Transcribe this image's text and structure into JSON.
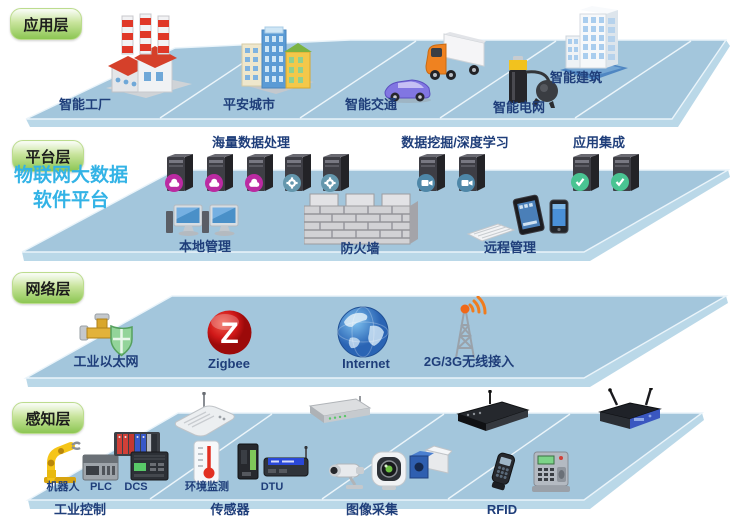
{
  "layers": {
    "application": {
      "tag": "应用层",
      "items": [
        "智能工厂",
        "平安城市",
        "智能交通",
        "智能电网",
        "智能建筑"
      ]
    },
    "platform": {
      "tag": "平台层",
      "title_line1": "物联网大数据",
      "title_line2": "软件平台",
      "groups": [
        "海量数据处理",
        "数据挖掘/深度学习",
        "应用集成",
        "本地管理",
        "防火墙",
        "远程管理"
      ]
    },
    "network": {
      "tag": "网络层",
      "items": [
        "工业以太网",
        "Zigbee",
        "Internet",
        "2G/3G无线接入"
      ],
      "zigbee_logo": "Z"
    },
    "perception": {
      "tag": "感知层",
      "devices": [
        "机器人",
        "PLC",
        "DCS",
        "环境监测",
        "DTU"
      ],
      "segments": [
        "工业控制",
        "传感器",
        "图像采集",
        "RFID"
      ]
    }
  },
  "colors": {
    "plane_surface": "#a3c6dc",
    "plane_edge": "#bad8e8",
    "label_navy": "#1f3e7a",
    "title_cyan": "#33b3e6",
    "pill_green": "#8cc653",
    "badge_magenta": "#bb2aa2",
    "badge_gear": "#6497ad",
    "badge_camera": "#4e87a8",
    "badge_check": "#49c492",
    "zigbee_red": "#cc1414"
  }
}
